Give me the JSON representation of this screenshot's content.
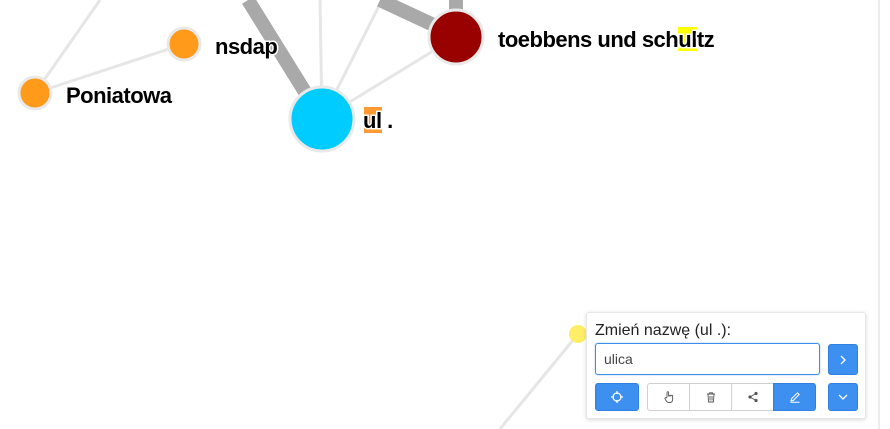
{
  "graph": {
    "nodes": [
      {
        "id": "nsdap",
        "label": "nsdap",
        "color": "#ff9a1a"
      },
      {
        "id": "poniatowa",
        "label": "Poniatowa",
        "color": "#ff9a1a"
      },
      {
        "id": "toebbens",
        "label_pre": "toebbens und sch",
        "label_highlight": "ul",
        "label_post": "tz",
        "highlight_color": "#ffff00",
        "color": "#990000"
      },
      {
        "id": "ul",
        "label_highlight": "ul",
        "label_post": " .",
        "highlight_color": "#ff9933",
        "color": "#00ccff"
      },
      {
        "id": "bottom-node",
        "label": "",
        "color": "#ffee66"
      }
    ]
  },
  "panel": {
    "label": "Zmień nazwę (ul .):",
    "input_value": "ulica",
    "accent_color": "#3d8ff0",
    "buttons": {
      "submit": "chevron-right-icon",
      "locate": "crosshair-icon",
      "select": "hand-pointer-icon",
      "delete": "trash-icon",
      "share": "share-icon",
      "rename": "pencil-icon",
      "more": "chevron-down-icon"
    }
  }
}
